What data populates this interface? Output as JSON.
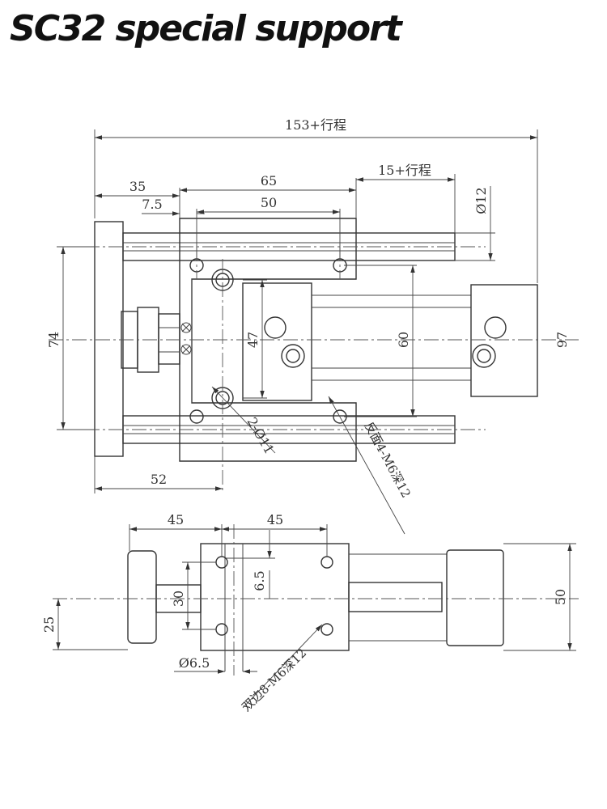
{
  "title": "SC32 special support",
  "dims": {
    "overall_length": "153+行程",
    "offset_35": "35",
    "width_65": "65",
    "offset_7_5": "7.5",
    "spacing_50": "50",
    "stroke_15": "15+行程",
    "rod_dia": "Ø12",
    "height_74": "74",
    "height_47": "47",
    "height_60": "60",
    "height_97": "97",
    "holes_2_dia11": "2-Ø11",
    "back_holes": "反面4-M6深12",
    "offset_52": "52",
    "bottom_45_left": "45",
    "bottom_45_right": "45",
    "bottom_30": "30",
    "bottom_6_5": "6.5",
    "bottom_25": "25",
    "bottom_50": "50",
    "bottom_dia6_5": "Ø6.5",
    "both_sides_holes": "双边8-M6深12"
  }
}
